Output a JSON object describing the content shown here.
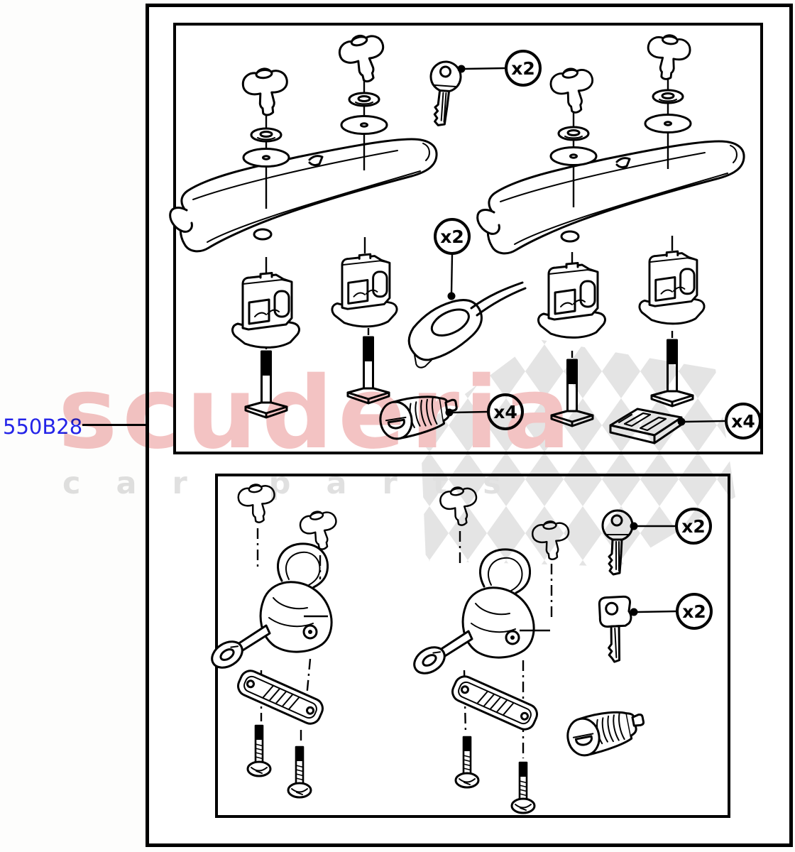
{
  "diagram": {
    "part_label": "550B28",
    "callouts": {
      "keys_top": "x2",
      "strap_buckle": "x2",
      "lock_barrel": "x4",
      "rail_adapter_plate": "x4",
      "key_type_1": "x2",
      "key_type_2": "x2"
    },
    "watermark": {
      "title": "scuderia",
      "subtitle": "car parts"
    },
    "colors": {
      "part_label_blue": "#2424e8",
      "line_art": "#000000",
      "watermark_title_pink": "#f3c3c3",
      "watermark_subtitle_gray": "#e0e0e0",
      "watermark_flag_gray": "#e4e4e4"
    }
  }
}
